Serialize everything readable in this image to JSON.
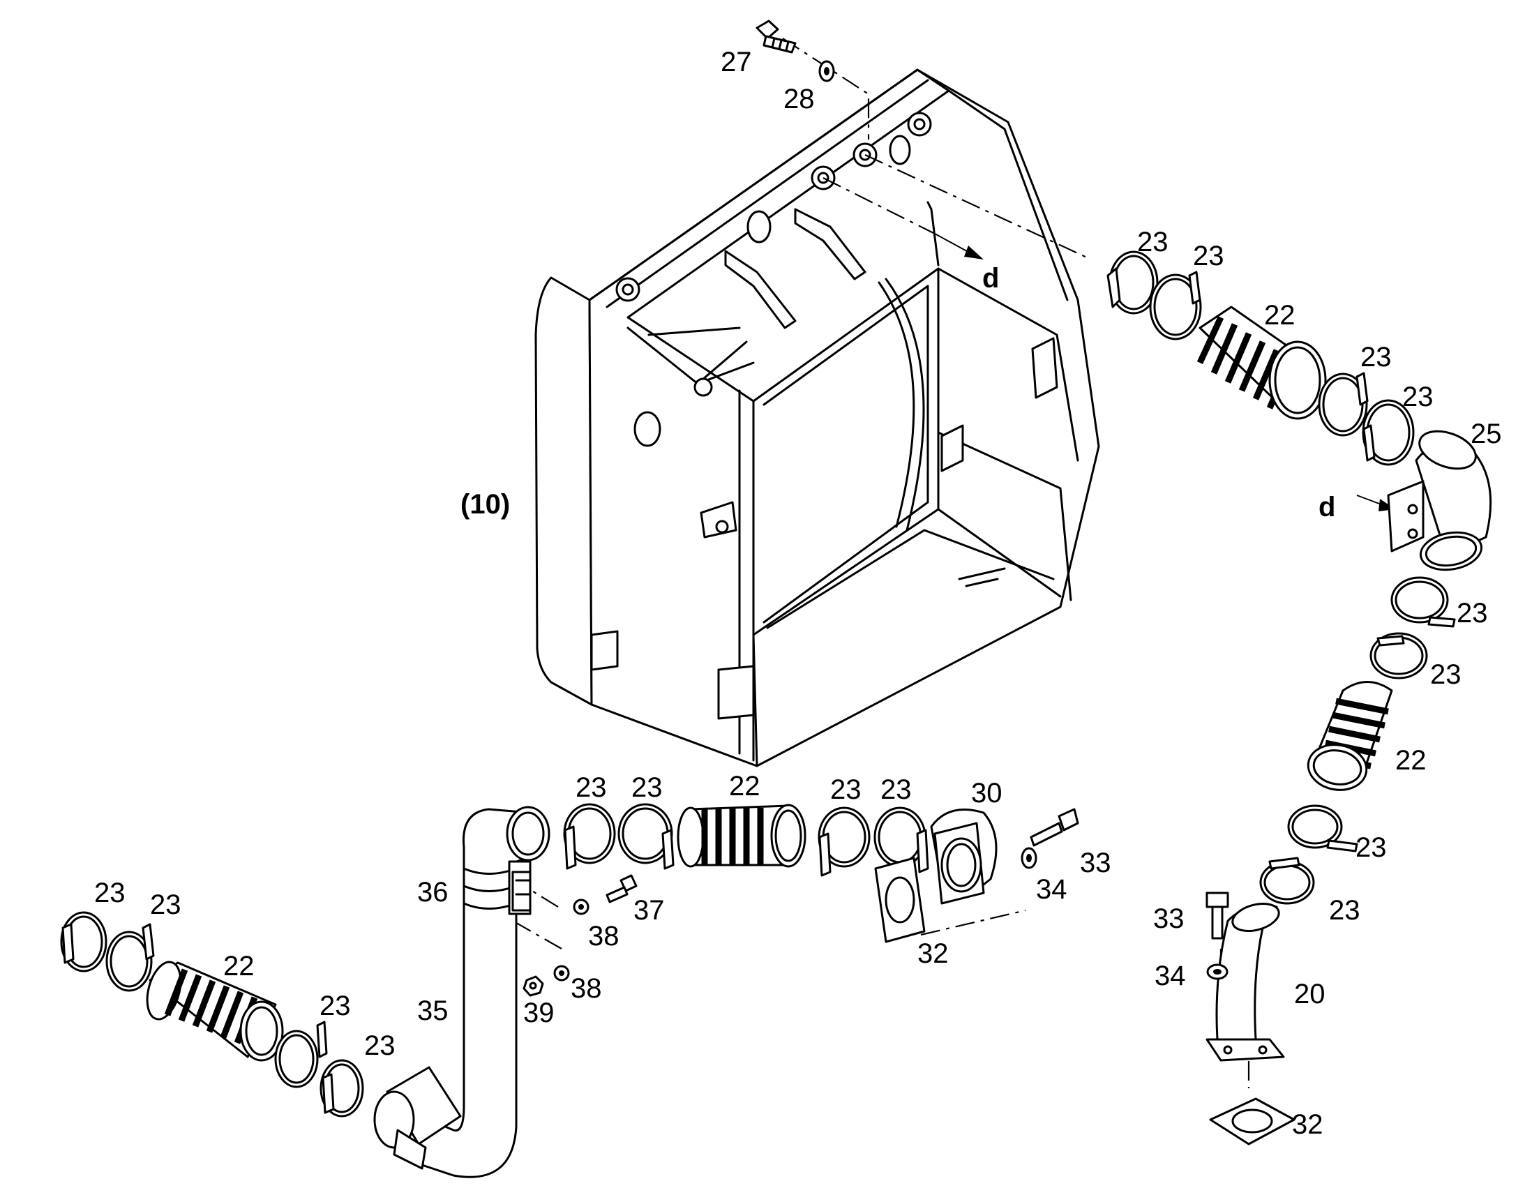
{
  "diagram": {
    "assembly_label": "(10)",
    "direction_marker": "d",
    "callouts": [
      {
        "id": "c27a",
        "text": "27"
      },
      {
        "id": "c28a",
        "text": "28"
      },
      {
        "id": "c23a",
        "text": "23"
      },
      {
        "id": "c23b",
        "text": "23"
      },
      {
        "id": "c22a",
        "text": "22"
      },
      {
        "id": "c23c",
        "text": "23"
      },
      {
        "id": "c23d",
        "text": "23"
      },
      {
        "id": "c25a",
        "text": "25"
      },
      {
        "id": "c23e",
        "text": "23"
      },
      {
        "id": "c23f",
        "text": "23"
      },
      {
        "id": "c22b",
        "text": "22"
      },
      {
        "id": "c23g",
        "text": "23"
      },
      {
        "id": "c23h",
        "text": "23"
      },
      {
        "id": "c33a",
        "text": "33"
      },
      {
        "id": "c34a",
        "text": "34"
      },
      {
        "id": "c20a",
        "text": "20"
      },
      {
        "id": "c32a",
        "text": "32"
      },
      {
        "id": "c23i",
        "text": "23"
      },
      {
        "id": "c23j",
        "text": "23"
      },
      {
        "id": "c22c",
        "text": "22"
      },
      {
        "id": "c23k",
        "text": "23"
      },
      {
        "id": "c23l",
        "text": "23"
      },
      {
        "id": "c30a",
        "text": "30"
      },
      {
        "id": "c33b",
        "text": "33"
      },
      {
        "id": "c34b",
        "text": "34"
      },
      {
        "id": "c32b",
        "text": "32"
      },
      {
        "id": "c36a",
        "text": "36"
      },
      {
        "id": "c37a",
        "text": "37"
      },
      {
        "id": "c38a",
        "text": "38"
      },
      {
        "id": "c38b",
        "text": "38"
      },
      {
        "id": "c39a",
        "text": "39"
      },
      {
        "id": "c35a",
        "text": "35"
      },
      {
        "id": "c23m",
        "text": "23"
      },
      {
        "id": "c23n",
        "text": "23"
      },
      {
        "id": "c22d",
        "text": "22"
      },
      {
        "id": "c23o",
        "text": "23"
      },
      {
        "id": "c23p",
        "text": "23"
      }
    ]
  }
}
